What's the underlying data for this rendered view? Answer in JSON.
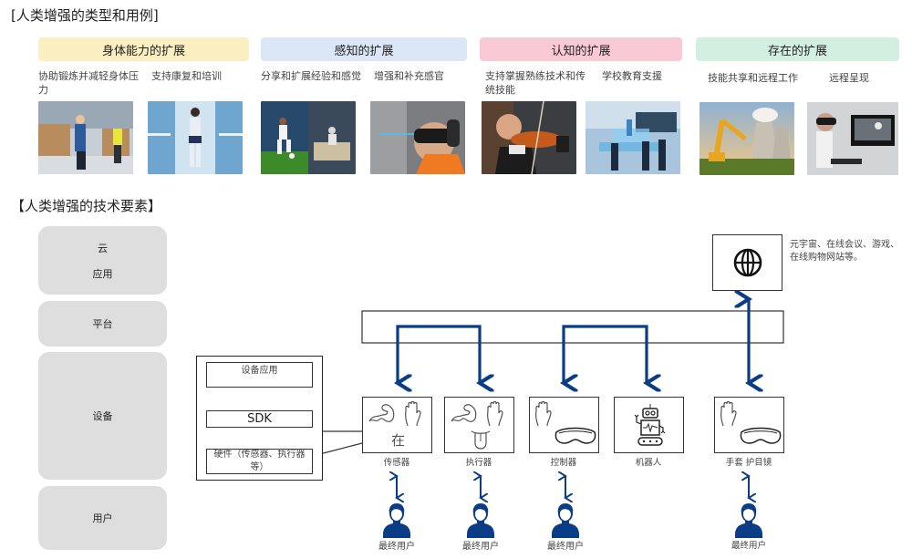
{
  "section_titles": {
    "types": "[人类增强的类型和用例]",
    "tech": "【人类增强的技术要素】"
  },
  "categories": [
    {
      "title": "身体能力的扩展",
      "color": "#fbeec0",
      "examples": [
        {
          "label": "协助锻炼并减轻身体压力",
          "image": "warehouse-exoskeleton-photo"
        },
        {
          "label": "支持康复和培训",
          "image": "rehab-exoskeleton-photo"
        }
      ]
    },
    {
      "title": "感知的扩展",
      "color": "#dbe6f7",
      "examples": [
        {
          "label": "分享和扩展经验和感觉",
          "image": "soccer-vr-photo"
        },
        {
          "label": "增强和补充感官",
          "image": "vr-headset-rescue-photo"
        }
      ]
    },
    {
      "title": "认知的扩展",
      "color": "#f9c9d6",
      "examples": [
        {
          "label": "支持掌握熟练技术和传统技能",
          "image": "violin-glove-photo"
        },
        {
          "label": "学校教育支援",
          "image": "classroom-hologram-photo"
        }
      ]
    },
    {
      "title": "存在的扩展",
      "color": "#d3efe2",
      "examples": [
        {
          "label": "技能共享和远程工作",
          "image": "robot-arm-plant-photo"
        },
        {
          "label": "远程呈现",
          "image": "telepresence-vr-photo"
        }
      ]
    }
  ],
  "layers": [
    {
      "lines": [
        "云",
        "应用"
      ]
    },
    {
      "lines": [
        "平台"
      ]
    },
    {
      "lines": [
        "设备"
      ]
    },
    {
      "lines": [
        "用户"
      ]
    }
  ],
  "sdk_stack": {
    "app": "设备应用",
    "sdk": "SDK",
    "hardware": "硬件（传感器、执行器等）"
  },
  "cloud_service": {
    "icon": "globe-icon",
    "note": "元宇宙、在线会议、游戏、在线购物网站等。"
  },
  "devices": [
    {
      "label": "传感器",
      "icons": [
        "muscle-arm-icon",
        "hand-icon",
        "presence-char-icon"
      ],
      "presence_char": "在",
      "has_user": true
    },
    {
      "label": "执行器",
      "icons": [
        "muscle-arm-icon",
        "hand-icon",
        "tongue-icon"
      ],
      "has_user": true
    },
    {
      "label": "控制器",
      "icons": [
        "hand-icon",
        "goggles-icon"
      ],
      "has_user": true
    },
    {
      "label": "机器人",
      "icons": [
        "robot-icon"
      ],
      "has_user": false
    },
    {
      "label": "手套 护目镜",
      "icons": [
        "hand-icon",
        "goggles-icon"
      ],
      "has_user": true
    }
  ],
  "end_user_label": "最终用户",
  "colors": {
    "arrow": "#0b3d87",
    "layer_bg": "#dedede",
    "outline": "#333333"
  }
}
